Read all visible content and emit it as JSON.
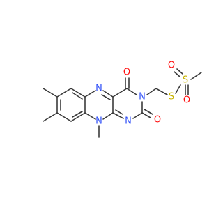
{
  "colors": {
    "carbon_bond": "#3a3a3a",
    "nitrogen": "#3050f8",
    "oxygen": "#ff0d0d",
    "sulfur": "#c8b400",
    "background": "#ffffff"
  },
  "atoms": {
    "n5": "N",
    "n10": "N",
    "n1": "N",
    "n3": "N",
    "o4": "O",
    "o2": "O",
    "s1": "S",
    "s2": "S",
    "o_s_top": "O",
    "o_s_bottom": "O"
  }
}
